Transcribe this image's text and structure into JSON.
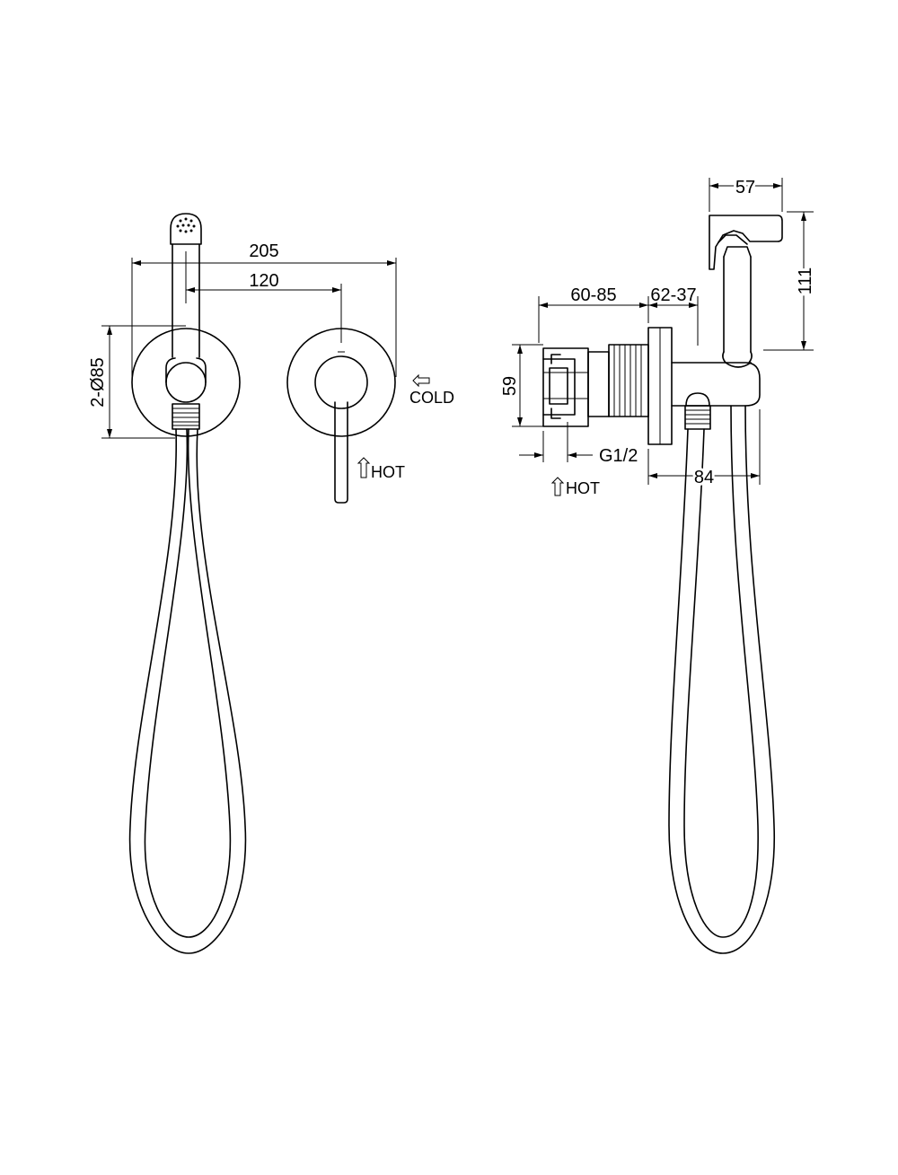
{
  "front_view": {
    "dim_overall_width": "205",
    "dim_center_spacing": "120",
    "dim_plate_diameter": "2-Ø85",
    "label_cold": "COLD",
    "label_hot": "HOT"
  },
  "side_view": {
    "dim_sprayer_width": "57",
    "dim_sprayer_height": "111",
    "dim_wall_depth": "60-85",
    "dim_trim_depth": "62-37",
    "dim_body_height": "59",
    "dim_thread": "G1/2",
    "dim_projection": "84",
    "label_hot": "HOT"
  },
  "icons": {
    "arrow_left": "open-arrow-left-icon",
    "arrow_up": "open-arrow-up-icon"
  }
}
